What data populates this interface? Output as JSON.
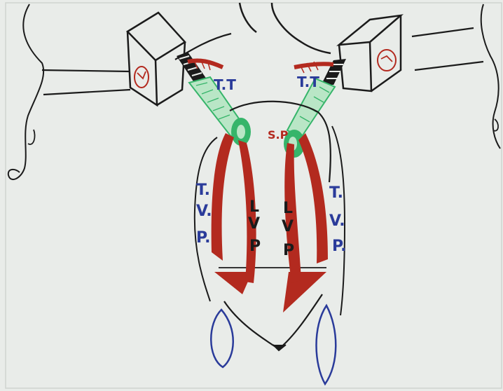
{
  "colors": {
    "board": "#e9ece9",
    "board_edge": "#cfd3cf",
    "ink_black": "#1b1b1b",
    "ink_red": "#b32a1f",
    "ink_green": "#36b56a",
    "ink_green_light": "#b9e6c6",
    "ink_blue": "#2a3b9a"
  },
  "labels": {
    "tt_left": "T.T",
    "tt_right": "T.T",
    "sp": "S.P",
    "lvp_left": [
      "L",
      "V",
      "P"
    ],
    "lvp_right": [
      "L",
      "V",
      "P"
    ],
    "tvp_left": [
      "T.",
      "V.",
      "P."
    ],
    "tvp_right": [
      "T.",
      "V.",
      "P."
    ]
  },
  "icons": {
    "ear_left": "outer-ear-outline",
    "ear_right": "outer-ear-outline",
    "eustachian_left": "eustachian-tube-box",
    "eustachian_right": "eustachian-tube-box",
    "tonsil_left": "tonsil-oval",
    "tonsil_right": "tonsil-oval"
  }
}
